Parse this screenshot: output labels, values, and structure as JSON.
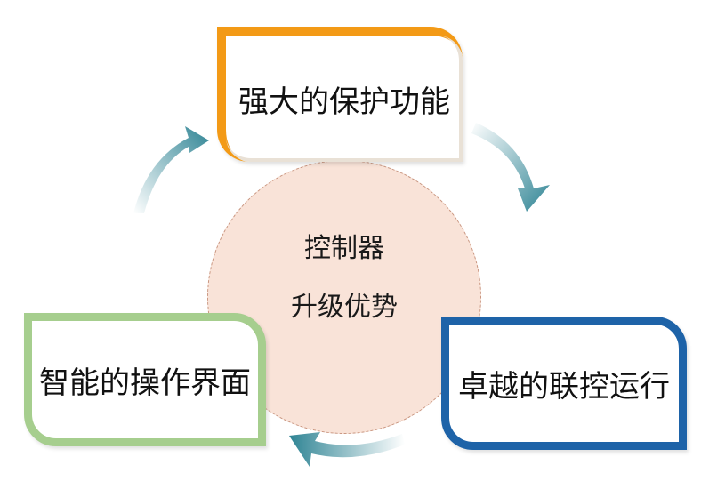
{
  "diagram": {
    "center": {
      "line1": "控制器",
      "line2": "升级优势"
    },
    "nodes": [
      {
        "id": "top",
        "label": "强大的保护功能",
        "border_color": "#f39a16"
      },
      {
        "id": "right",
        "label": "卓越的联控运行",
        "border_color": "#1e63a8"
      },
      {
        "id": "left",
        "label": "智能的操作界面",
        "border_color": "#a6ce8e"
      }
    ],
    "colors": {
      "circle_fill": "#f9e3d8",
      "circle_border": "#c9957f",
      "arrow": "#2f8494"
    },
    "cycle_direction": "clockwise"
  }
}
